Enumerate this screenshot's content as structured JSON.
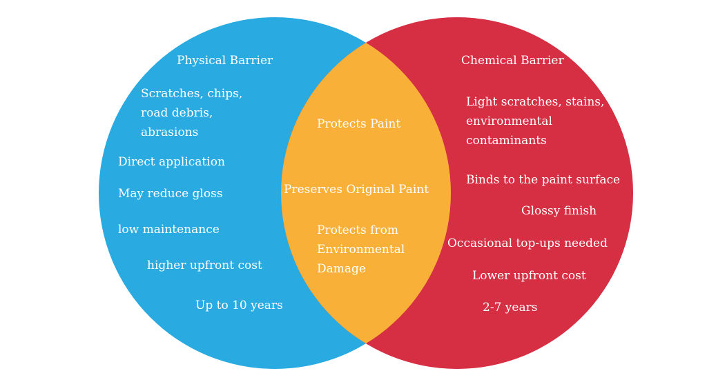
{
  "colors": {
    "left_circle": "#29abe2",
    "right_circle": "#d62e43",
    "overlap": "#f8b038",
    "text": "#ffffff",
    "background": "#ffffff"
  },
  "left": {
    "title": "Physical Barrier",
    "items": [
      "Scratches, chips,\nroad debris,\nabrasions",
      "Direct application",
      "May reduce gloss",
      "low maintenance",
      "higher upfront cost",
      "Up to 10 years"
    ]
  },
  "overlap": {
    "items": [
      "Protects Paint",
      "Preserves Original Paint",
      "Protects from\nEnvironmental\nDamage"
    ]
  },
  "right": {
    "title": "Chemical Barrier",
    "items": [
      "Light scratches, stains,\nenvironmental\ncontaminants",
      "Binds to the paint surface",
      "Glossy finish",
      "Occasional top-ups needed",
      "Lower upfront cost",
      "2-7 years"
    ]
  }
}
